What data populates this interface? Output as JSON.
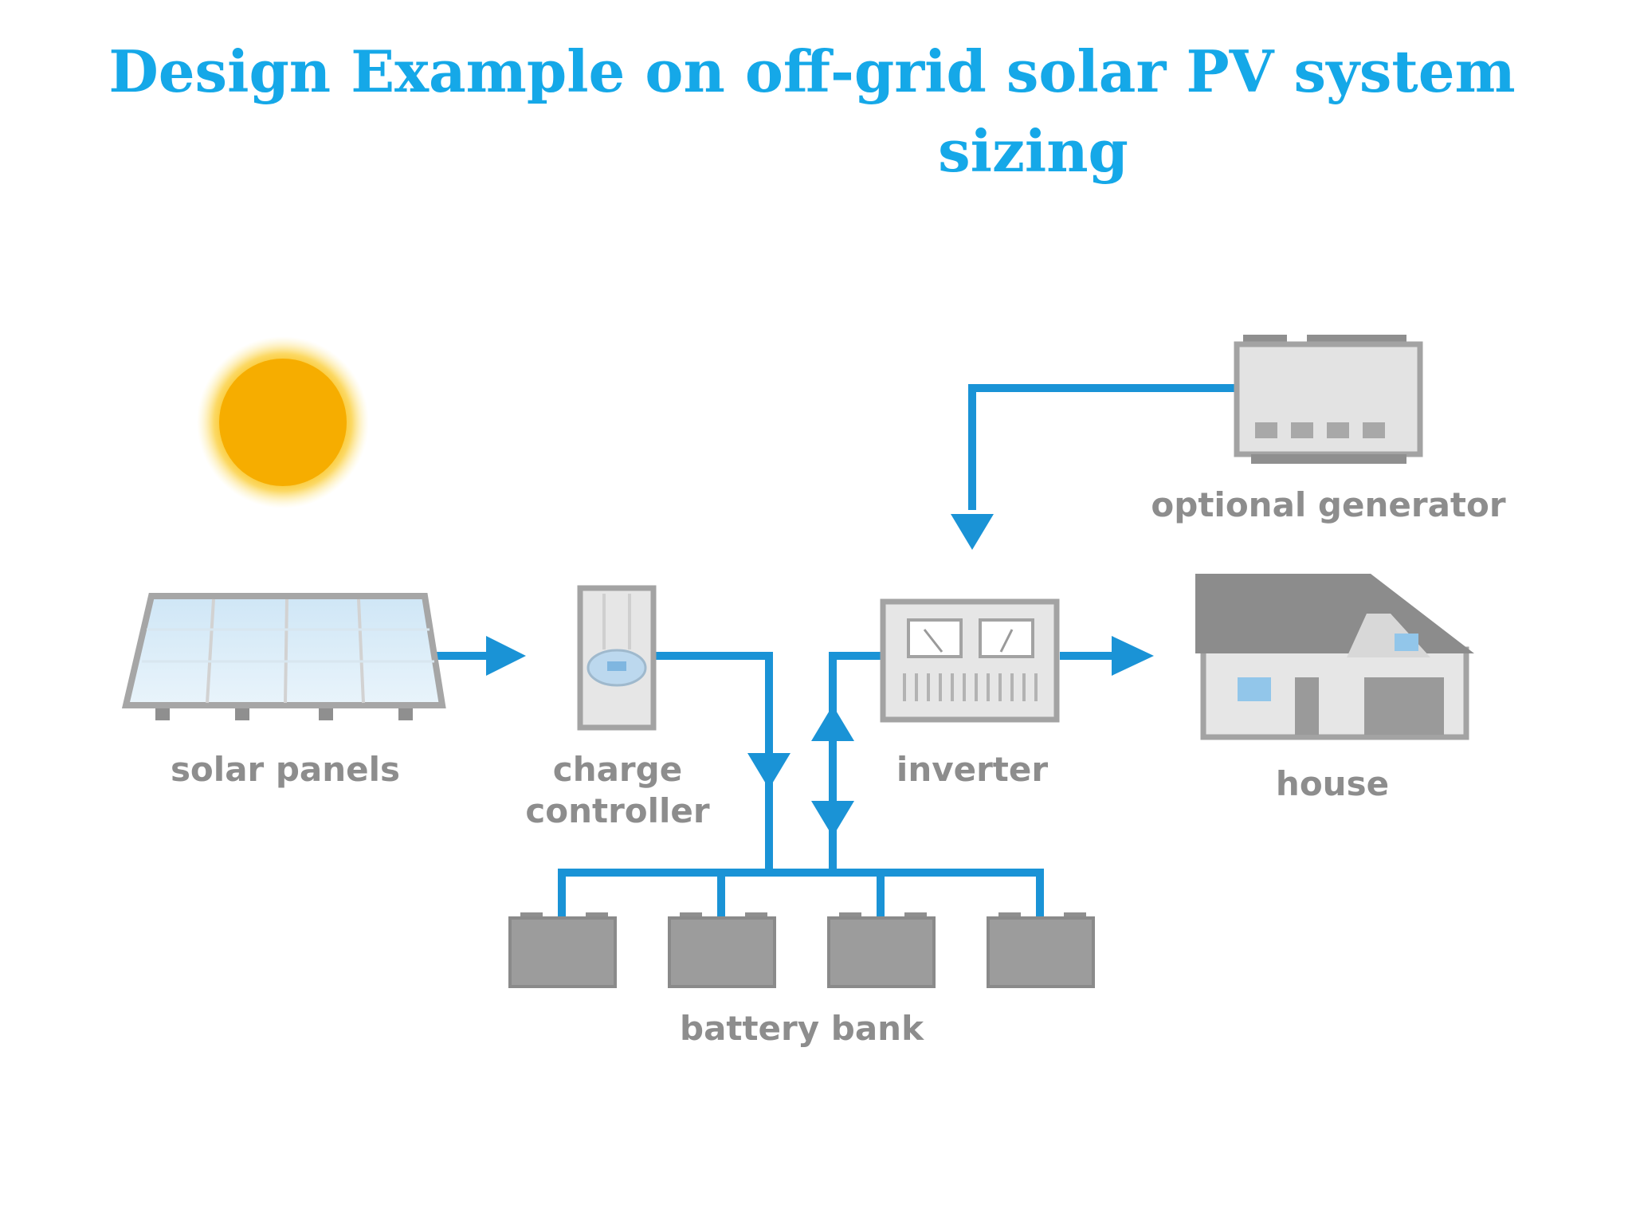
{
  "title": {
    "line1": "Design Example on off-grid solar PV  system",
    "line2": "sizing"
  },
  "labels": {
    "solar_panels": "solar panels",
    "charge_controller_line1": "charge",
    "charge_controller_line2": "controller",
    "inverter": "inverter",
    "house": "house",
    "optional_generator": "optional generator",
    "battery_bank": "battery bank"
  },
  "colors": {
    "title": "#15a8e8",
    "wire": "#1a93d6",
    "equipment": "#9a9a9a",
    "label": "#8d8d8d",
    "sun": "#f6b200"
  },
  "icons": [
    "sun-icon",
    "solar-panel-icon",
    "charge-controller-icon",
    "inverter-icon",
    "generator-icon",
    "house-icon",
    "battery-icon"
  ]
}
